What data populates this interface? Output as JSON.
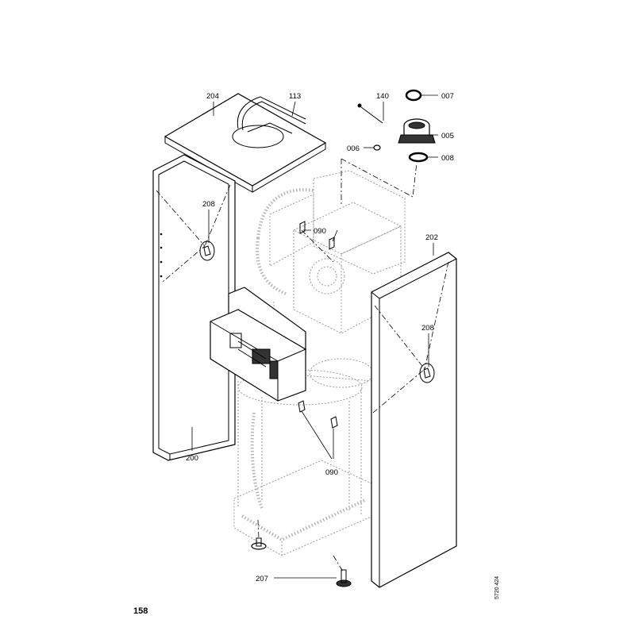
{
  "callouts": {
    "c204": "204",
    "c113": "113",
    "c140": "140",
    "c007": "007",
    "c005": "005",
    "c006": "006",
    "c008": "008",
    "c208_left": "208",
    "c090_top": "090",
    "c202": "202",
    "c208_right": "208",
    "c090_bottom": "090",
    "c200": "200",
    "c207": "207"
  },
  "page_number": "158",
  "drawing_reference": "5720 424"
}
